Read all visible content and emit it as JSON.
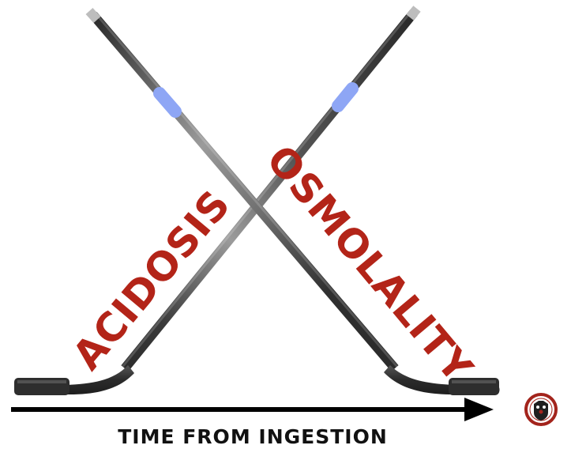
{
  "labels": {
    "acidosis": "ACIDOSIS",
    "osmolality": "OSMOLALITY",
    "axis": "TIME FROM INGESTION"
  },
  "logo": {
    "name": "ICU emblem"
  },
  "colors": {
    "label_red": "#b32418",
    "stick_dark": "#2f2f2f",
    "stick_light": "#9a9a9a",
    "grip": "#8ea6f5",
    "logo_red": "#a3241c"
  }
}
